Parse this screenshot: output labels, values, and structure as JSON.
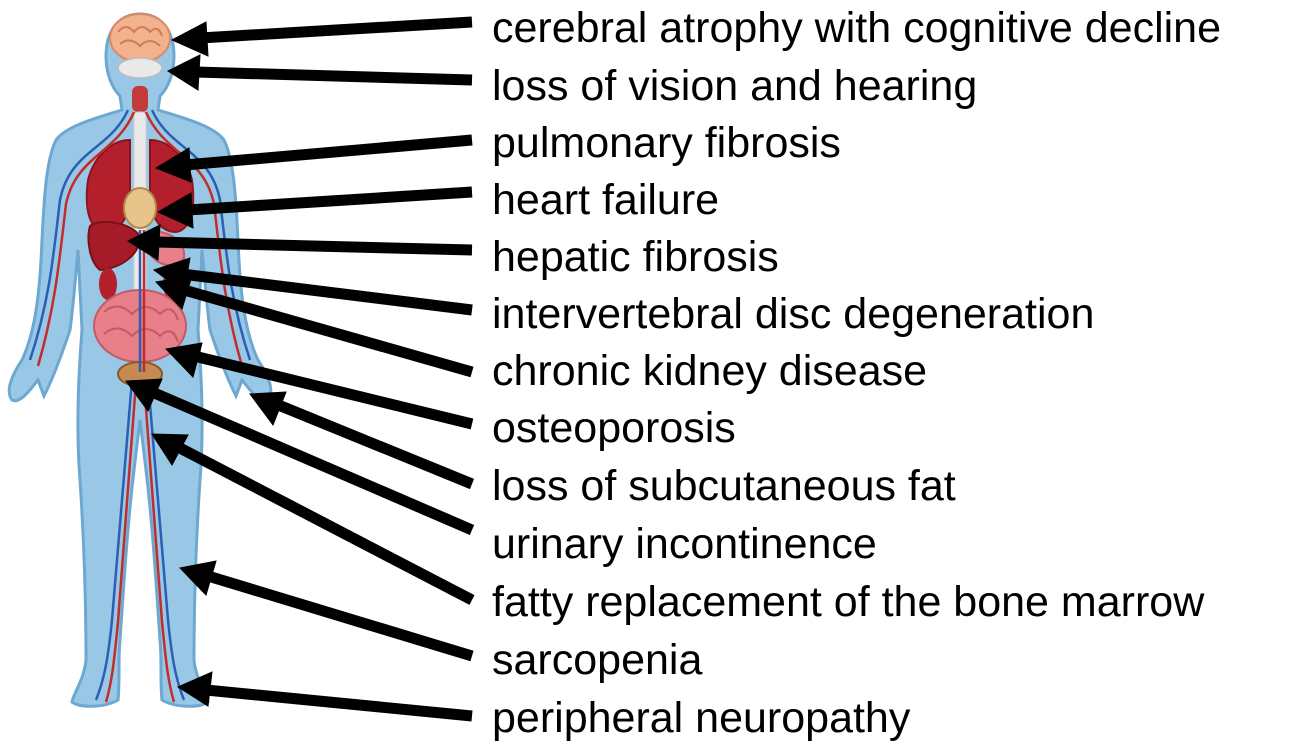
{
  "colors": {
    "skin": "#8fc3e4",
    "skin_edge": "#5e9fcc",
    "vein": "#2b5fb3",
    "artery": "#c22c2a",
    "organ_red": "#b3202c",
    "organ_pink": "#e8808a",
    "brain": "#f2b28e",
    "bone": "#e9e9e9",
    "bladder": "#c58a52",
    "arrow": "#000000",
    "text": "#000000"
  },
  "labels": [
    {
      "id": "cerebral",
      "text": "cerebral atrophy with cognitive decline"
    },
    {
      "id": "vision",
      "text": "loss of vision and hearing"
    },
    {
      "id": "pulmonary",
      "text": "pulmonary fibrosis"
    },
    {
      "id": "heart",
      "text": "heart failure"
    },
    {
      "id": "hepatic",
      "text": "hepatic fibrosis"
    },
    {
      "id": "disc",
      "text": "intervertebral disc degeneration"
    },
    {
      "id": "kidney",
      "text": "chronic kidney disease"
    },
    {
      "id": "osteo",
      "text": "osteoporosis"
    },
    {
      "id": "fat",
      "text": "loss of subcutaneous fat"
    },
    {
      "id": "urinary",
      "text": "urinary incontinence"
    },
    {
      "id": "marrow",
      "text": "fatty replacement of the bone marrow"
    },
    {
      "id": "sarcopenia",
      "text": "sarcopenia"
    },
    {
      "id": "neuropathy",
      "text": "peripheral neuropathy"
    }
  ]
}
